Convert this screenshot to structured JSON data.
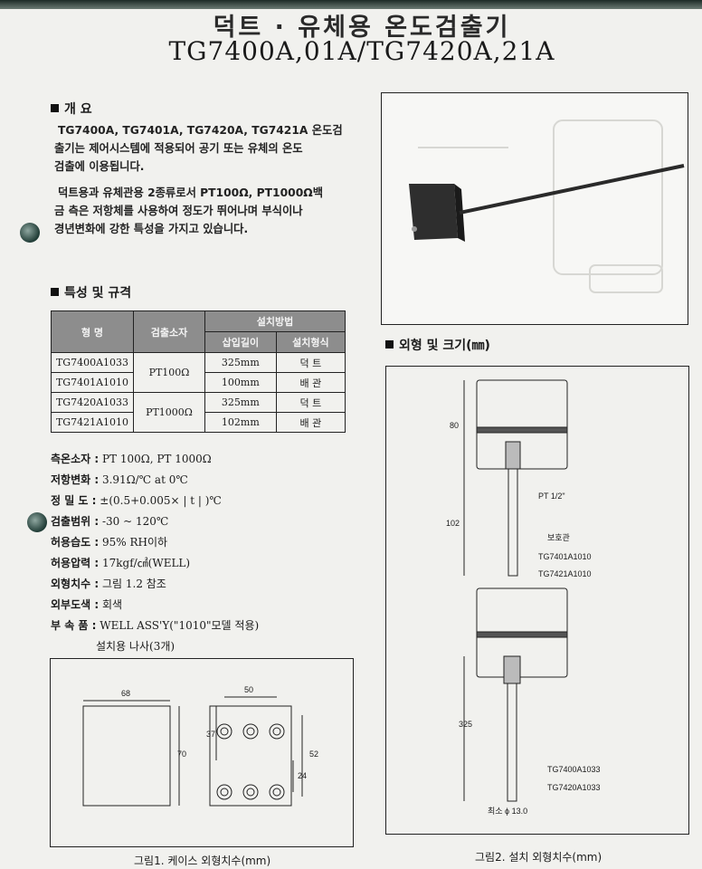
{
  "header": {
    "title_ko": "덕트 · 유체용 온도검출기",
    "title_en": "TG7400A,01A/TG7420A,21A"
  },
  "overview": {
    "heading": "개 요",
    "para1_lines": [
      "TG7400A, TG7401A, TG7420A, TG7421A 온도검",
      "출기는 제어시스템에 적용되어 공기 또는 유체의 온도",
      "검출에 이용됩니다."
    ],
    "para2_lines": [
      "덕트용과 유체관용 2종류로서 PT100Ω, PT1000Ω백",
      "금 측은 저항체를 사용하여 정도가 뛰어나며 부식이나",
      "경년변화에 강한 특성을 가지고 있습니다."
    ]
  },
  "features": {
    "heading": "특성 및 규격",
    "table": {
      "header_row1": [
        "형 명",
        "검출소자",
        "설치방법"
      ],
      "header_row2": [
        "삽입길이",
        "설치형식"
      ],
      "rows": [
        {
          "model": "TG7400A1033",
          "element": "PT100Ω",
          "length": "325mm",
          "type": "덕  트"
        },
        {
          "model": "TG7401A1010",
          "element": "",
          "length": "100mm",
          "type": "배  관"
        },
        {
          "model": "TG7420A1033",
          "element": "PT1000Ω",
          "length": "325mm",
          "type": "덕  트"
        },
        {
          "model": "TG7421A1010",
          "element": "",
          "length": "102mm",
          "type": "배  관"
        }
      ]
    },
    "specs": [
      {
        "label": "측온소자 :",
        "value": "PT 100Ω, PT 1000Ω"
      },
      {
        "label": "저항변화 :",
        "value": "3.91Ω/℃ at 0℃"
      },
      {
        "label": "정 밀 도 :",
        "value": "±(0.5+0.005× | t | )℃"
      },
      {
        "label": "검출범위 :",
        "value": "-30 ~ 120℃"
      },
      {
        "label": "허용습도 :",
        "value": "95% RH이하"
      },
      {
        "label": "허용압력 :",
        "value": "17kgf/㎠(WELL)"
      },
      {
        "label": "외형치수 :",
        "value": "그림 1.2 참조"
      },
      {
        "label": "외부도색 :",
        "value": "회색"
      },
      {
        "label": "부 속 품 :",
        "value": "WELL ASS'Y(\"1010\"모델 적용)"
      }
    ],
    "spec_extra": "설치용 나사(3개)"
  },
  "outline": {
    "heading": "외형 및 크기(㎜)",
    "labels": {
      "d80": "80",
      "d102": "102",
      "pt": "PT 1/2\"",
      "guard": "보호관",
      "m1": "TG7401A1010",
      "m2": "TG7421A1010",
      "d325": "325",
      "m3": "TG7400A1033",
      "m4": "TG7420A1033",
      "dia": "최소 ϕ 13.0"
    }
  },
  "fig1": {
    "dims": {
      "w68": "68",
      "w50": "50",
      "h70": "70",
      "h37": "37",
      "h52": "52",
      "h24": "24"
    }
  },
  "captions": {
    "fig1": "그림1. 케이스 외형치수(mm)",
    "fig2": "그림2. 설치 외형치수(mm)"
  }
}
